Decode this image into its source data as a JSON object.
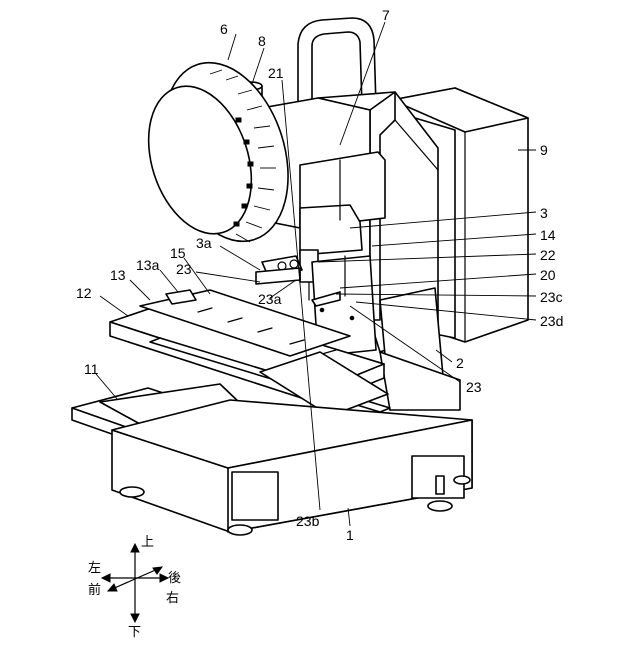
{
  "labels": {
    "l1": "1",
    "l2": "2",
    "l3": "3",
    "l3a": "3a",
    "l6": "6",
    "l7": "7",
    "l8": "8",
    "l9": "9",
    "l11": "11",
    "l12": "12",
    "l13": "13",
    "l13a": "13a",
    "l14": "14",
    "l15": "15",
    "l20": "20",
    "l21": "21",
    "l22": "22",
    "l23_left": "23",
    "l23_right": "23",
    "l23a": "23a",
    "l23b": "23b",
    "l23c": "23c",
    "l23d": "23d"
  },
  "directions": {
    "up": "上",
    "down": "下",
    "left": "左",
    "right": "右",
    "front": "前",
    "back": "後"
  }
}
